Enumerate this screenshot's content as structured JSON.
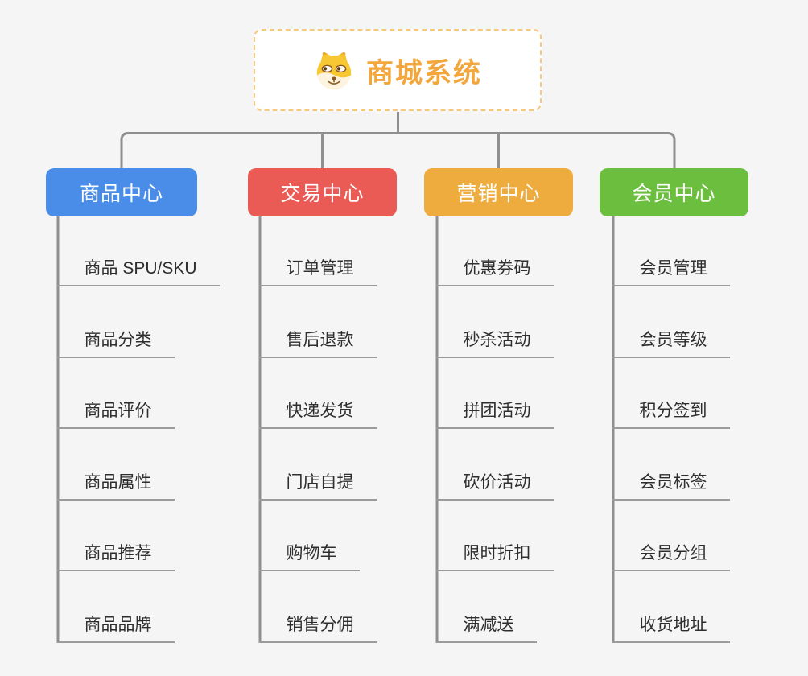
{
  "diagram": {
    "type": "mindmap-org-chart",
    "background": "#f5f5f5",
    "connector_color": "#8f8f8f",
    "underline_color": "#9b9b9b",
    "root": {
      "label": "商城系统",
      "icon": "doge-face-icon",
      "text_color": "#f2a63b",
      "border_color": "#f6c87e",
      "fill": "#ffffff"
    },
    "branches": [
      {
        "label": "商品中心",
        "color": "#4a8de8",
        "items": [
          "商品 SPU/SKU",
          "商品分类",
          "商品评价",
          "商品属性",
          "商品推荐",
          "商品品牌"
        ]
      },
      {
        "label": "交易中心",
        "color": "#ea5b55",
        "items": [
          "订单管理",
          "售后退款",
          "快递发货",
          "门店自提",
          "购物车",
          "销售分佣"
        ]
      },
      {
        "label": "营销中心",
        "color": "#eeac3e",
        "items": [
          "优惠券码",
          "秒杀活动",
          "拼团活动",
          "砍价活动",
          "限时折扣",
          "满减送"
        ]
      },
      {
        "label": "会员中心",
        "color": "#6cbe3f",
        "items": [
          "会员管理",
          "会员等级",
          "积分签到",
          "会员标签",
          "会员分组",
          "收货地址"
        ]
      }
    ]
  }
}
